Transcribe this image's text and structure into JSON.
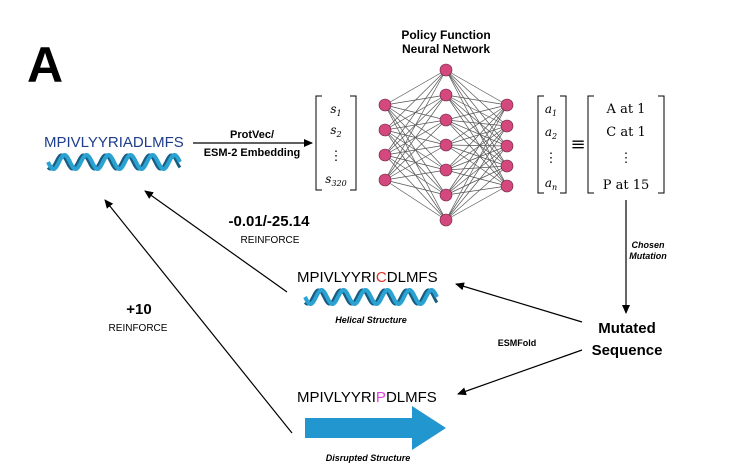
{
  "panel_label": "A",
  "network_title": [
    "Policy Function",
    "Neural Network"
  ],
  "original_sequence": "MPIVLYYRIADLMFS",
  "embedding_label": [
    "ProtVec/",
    "ESM-2 Embedding"
  ],
  "state_vector": [
    "s1",
    "s2",
    "⋮",
    "s320"
  ],
  "action_vector": [
    "a1",
    "a2",
    "⋮",
    "an"
  ],
  "equiv_symbol": "≡",
  "action_meanings": [
    "A at 1",
    "C at 1",
    "⋮",
    "P at 15"
  ],
  "chosen_mutation_label": [
    "Chosen",
    "Mutation"
  ],
  "mutated_sequence_label": [
    "Mutated",
    "Sequence"
  ],
  "esmfold_label": "ESMFold",
  "helical_candidate": {
    "prefix": "MPIVLYYRI",
    "mutation": "C",
    "suffix": "DLMFS",
    "caption": "Helical Structure",
    "reward": "-0.01/-25.14",
    "reward_label": "REINFORCE"
  },
  "disrupted_candidate": {
    "prefix": "MPIVLYYRI",
    "mutation": "P",
    "suffix": "DLMFS",
    "caption": "Disrupted Structure",
    "reward": "+10",
    "reward_label": "REINFORCE"
  },
  "colors": {
    "neuron": "#d4497d",
    "sequence_blue": "#1f3d8a",
    "helix": "#2aa3d3",
    "mutation_c": "#e0302a",
    "mutation_p": "#e040e0",
    "arrow_fill": "#2196cf"
  }
}
